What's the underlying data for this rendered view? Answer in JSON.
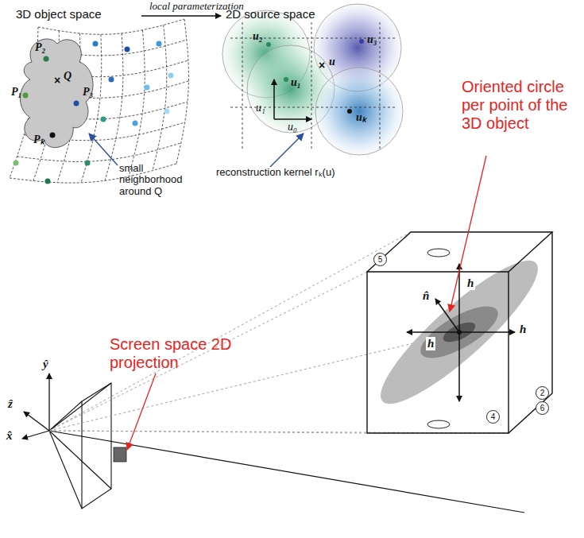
{
  "diagram": {
    "labels": [
      "3D object space",
      "local parameterization",
      "2D source space",
      "P₂",
      "P₁",
      "Q",
      "P₃",
      "Pₖ",
      "small neighborhood around Q",
      "u₂",
      "u₃",
      "u₁",
      "u",
      "uₖ",
      "u₁",
      "u₀",
      "reconstruction kernel rₖ(u)",
      "Oriented circle per point of the 3D object",
      "Screen space 2D projection",
      "h",
      "n̂",
      "h",
      "h",
      "5",
      "2",
      "6",
      "4",
      "ŷ",
      "ẑ",
      "x̂"
    ]
  }
}
